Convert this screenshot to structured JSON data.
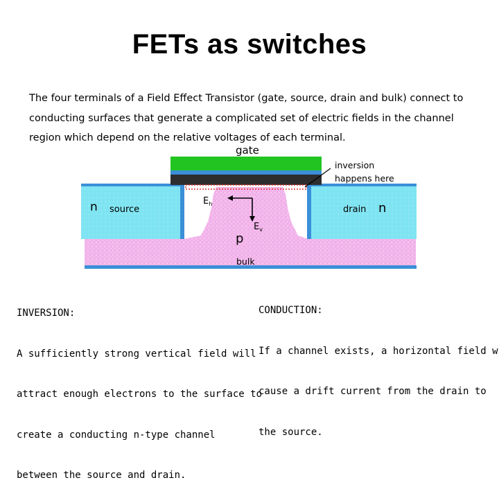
{
  "title": "FETs as switches",
  "intro": "The four terminals of a Field Effect Transistor (gate, source, drain and bulk) connect to conducting surfaces that generate a complicated set of electric fields in the channel region which depend on the relative voltages of each terminal.",
  "diagram": {
    "gate_label": "gate",
    "inversion_label_1": "inversion",
    "inversion_label_2": "happens here",
    "n_left": "n",
    "source_label": "source",
    "drain_label": "drain",
    "n_right": "n",
    "eh_label": "E",
    "eh_sub": "h",
    "ev_label": "E",
    "ev_sub": "v",
    "p_label": "p",
    "bulk_label": "bulk",
    "colors": {
      "gate_green": "#22c422",
      "oxide_blue": "#3a8fd8",
      "metal_dark": "#2e2e2e",
      "n_region": "#7fe4f2",
      "p_region": "#f2b3ea",
      "contact_blue": "#3a8fd8",
      "inversion_red": "#e03030"
    }
  },
  "inversion": {
    "heading": "INVERSION:",
    "lines": [
      "A sufficiently strong vertical field will",
      "attract enough electrons to the surface to",
      "create a conducting n-type channel",
      "between the source and drain."
    ]
  },
  "conduction": {
    "heading": "CONDUCTION:",
    "lines": [
      "If a channel exists, a horizontal field will",
      "cause a drift current from the drain to",
      "the source."
    ]
  }
}
